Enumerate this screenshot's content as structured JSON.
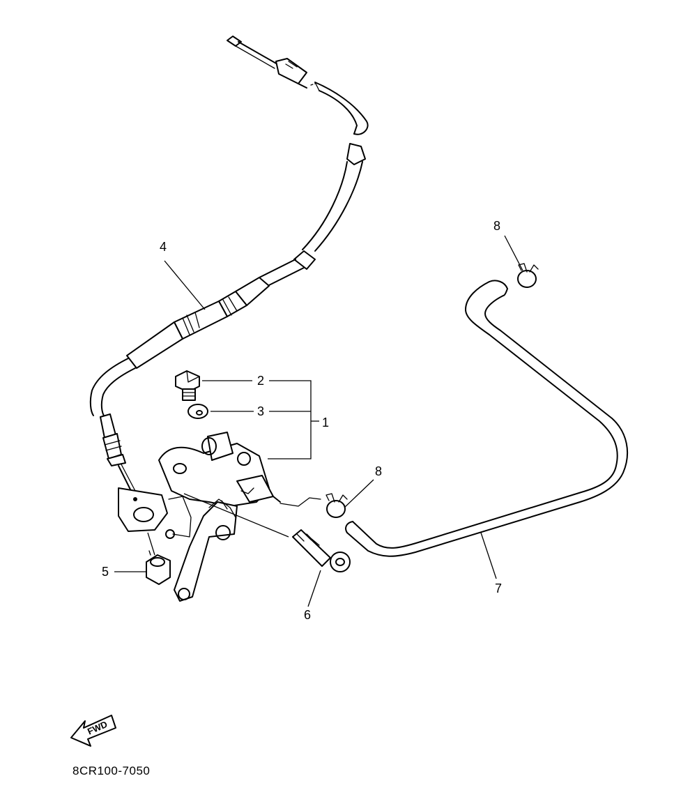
{
  "callouts": {
    "c1": "1",
    "c2": "2",
    "c3": "3",
    "c4": "4",
    "c5": "5",
    "c6": "6",
    "c7": "7",
    "c8_top": "8",
    "c8_mid": "8"
  },
  "fwd_label": "FWD",
  "diagram_code": "8CR100-7050"
}
